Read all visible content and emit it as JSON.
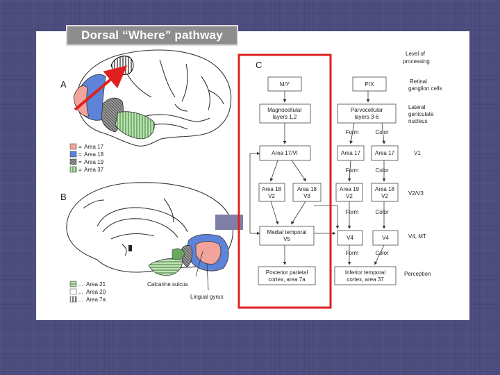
{
  "slide": {
    "title": "Dorsal “Where” pathway",
    "colors": {
      "background": "#4e4d80",
      "highlight_frame": "#e02020",
      "arrow": "#e02020",
      "area17": "#f2a39a",
      "area18": "#5d84d8",
      "area19": "#7a7a7a",
      "area37": "#a8dca0"
    }
  },
  "figure": {
    "panel_a_label": "A",
    "panel_b_label": "B",
    "panel_c_label": "C",
    "legend_a": [
      {
        "marker": "=",
        "label": "Area 17",
        "color": "#f2a39a"
      },
      {
        "marker": "=",
        "label": "Area 18",
        "color": "#5d84d8"
      },
      {
        "marker": "=",
        "label": "Area 19",
        "color": "#7a7a7a"
      },
      {
        "marker": "=",
        "label": "Area 37",
        "color": "#a8dca0"
      }
    ],
    "legend_b": [
      {
        "marker": "...",
        "label": "Area 21",
        "color": "#6aa860"
      },
      {
        "marker": "...",
        "label": "Area 20",
        "color": "#ffffff"
      },
      {
        "marker": "...",
        "label": "Area 7a",
        "color": "#ffffff"
      }
    ],
    "calcarine_label": "Calcarine sulcus",
    "lingual_label": "Lingual gyrus",
    "levels": {
      "header": [
        "Level of",
        "processing"
      ],
      "retinal": [
        "Retinal",
        "ganglion cells"
      ],
      "lgn": [
        "Lateral",
        "geniculate",
        "nucleus"
      ],
      "v1": "V1",
      "v2v3": "V2/V3",
      "v4mt": "V4, MT",
      "perception": "Perception"
    },
    "boxes": {
      "my": "M/Y",
      "px": "P/X",
      "magno": [
        "Magnocellular",
        "layers 1,2"
      ],
      "parvo": [
        "Parvocellular",
        "layers 3-6"
      ],
      "area17_v1": "Area 17/VI",
      "area17_a": "Area 17",
      "area17_b": "Area 17",
      "area18_v2": [
        "Area 18",
        "V2"
      ],
      "area18_v3": [
        "Area 18",
        "V3"
      ],
      "area19_a": [
        "Area 19",
        "V2"
      ],
      "area19_b": [
        "Area 18",
        "V2"
      ],
      "mt": [
        "Medial temporal",
        "V5"
      ],
      "v4_a": "V4",
      "v4_b": "V4",
      "parietal": [
        "Posterior parietal",
        "cortex, area 7a"
      ],
      "inferotemporal": [
        "Inferior temporal",
        "cortex, area 37"
      ]
    },
    "flow_labels": {
      "form": "Form",
      "color": "Color"
    }
  }
}
